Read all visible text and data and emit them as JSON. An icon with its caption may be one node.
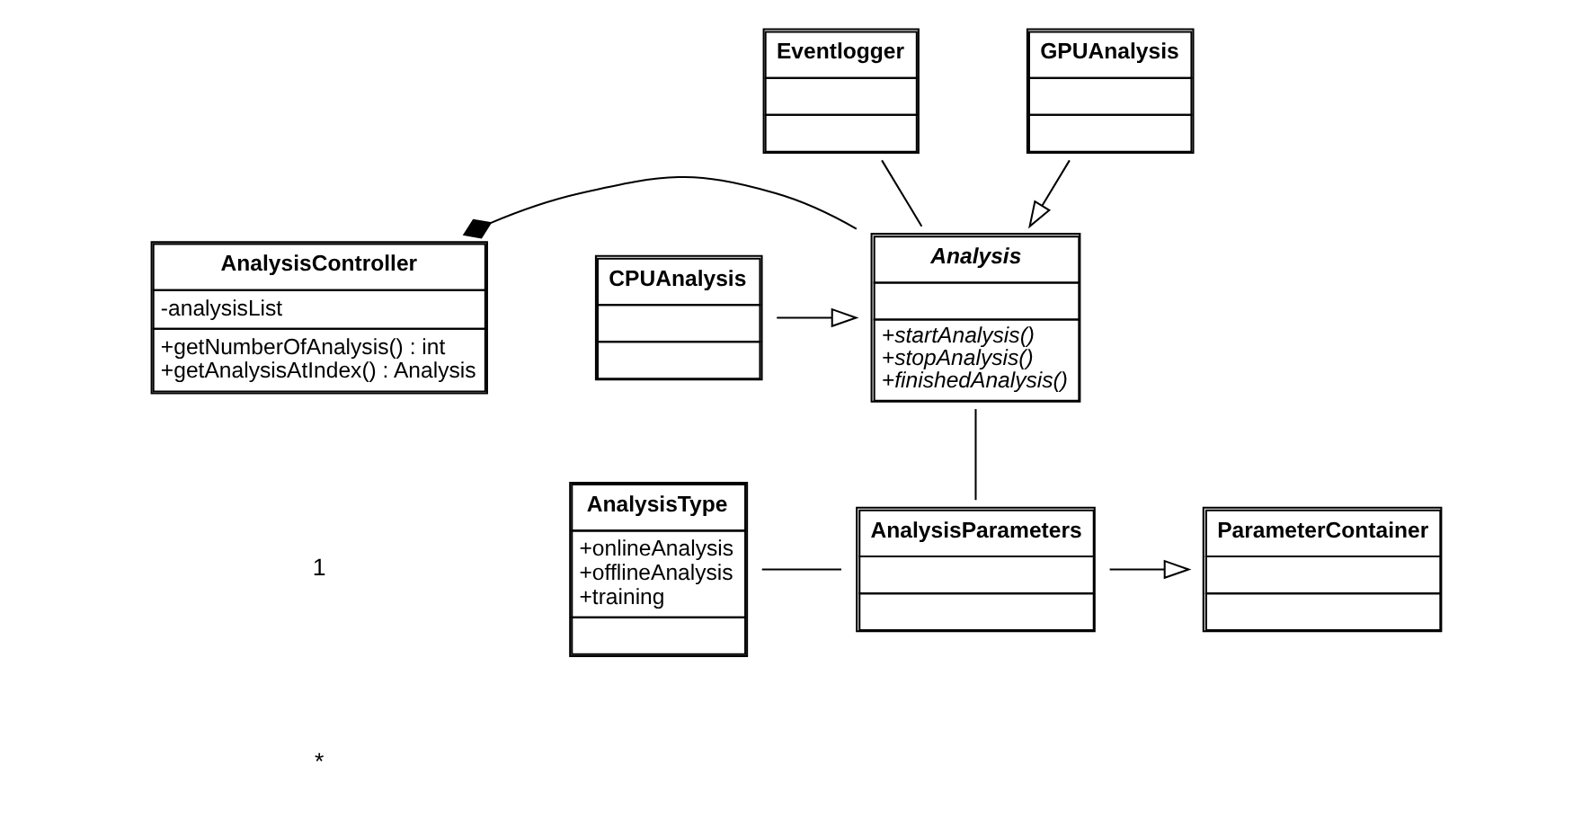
{
  "diagram": {
    "nodes": [
      {
        "text": [
          "AnalysisController",
          "-analysisList",
          "+getNumberOfAnalysis() : int",
          "+getAnalysisAtIndex() : Analysis"
        ]
      },
      {
        "text": [
          "Eventlogger"
        ]
      },
      {
        "text": [
          "GPUAnalysis"
        ]
      },
      {
        "text": [
          "Analysis",
          "+startAnalysis()",
          "+stopAnalysis()",
          "+finishedAnalysis()"
        ]
      },
      {
        "text": [
          "CPUAnalysis"
        ]
      },
      {
        "text": [
          "AnalysisType",
          "+onlineAnalysis",
          "+offlineAnalysis",
          "+training"
        ]
      },
      {
        "text": [
          "AnalysisParameters"
        ]
      },
      {
        "text": [
          "ParameterContainer"
        ]
      }
    ],
    "edges": [
      {
        "from": 0,
        "to": 3,
        "arrow": "other"
      },
      {
        "from": 1,
        "to": 3,
        "arrow": "none"
      },
      {
        "from": 2,
        "to": 3,
        "arrow": "to"
      },
      {
        "from": 4,
        "to": 3,
        "arrow": "to"
      },
      {
        "from": 3,
        "to": 6,
        "arrow": "none"
      },
      {
        "from": 5,
        "to": 6,
        "arrow": "none"
      },
      {
        "from": 6,
        "to": 7,
        "arrow": "to"
      }
    ],
    "labels": [
      "1",
      "*"
    ]
  }
}
